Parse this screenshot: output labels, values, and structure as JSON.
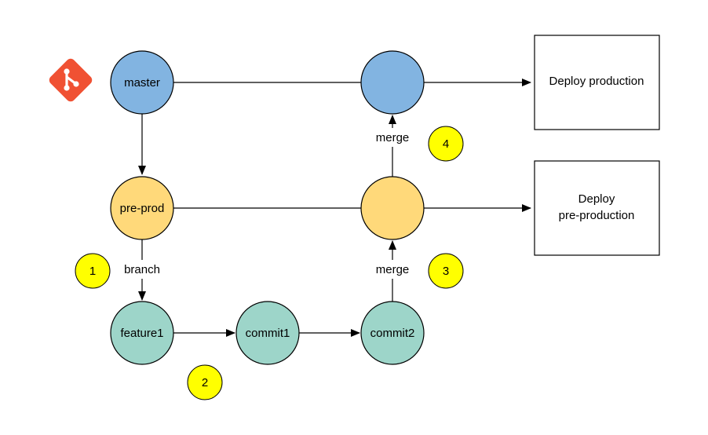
{
  "colors": {
    "master": "#82b4e1",
    "preprod": "#ffd97a",
    "feature": "#9dd5c9",
    "badge": "#ffff00",
    "stroke": "#000000",
    "git_logo": "#f05133"
  },
  "logo": {
    "icon": "git-icon"
  },
  "nodes": {
    "master": "master",
    "master_merged": "",
    "preprod": "pre-prod",
    "preprod_merged": "",
    "feature1": "feature1",
    "commit1": "commit1",
    "commit2": "commit2"
  },
  "edges": {
    "branch": "branch",
    "merge_to_preprod": "merge",
    "merge_to_master": "merge"
  },
  "boxes": {
    "deploy_production": "Deploy production",
    "deploy_preprod_line1": "Deploy",
    "deploy_preprod_line2": "pre-production"
  },
  "badges": {
    "step1": "1",
    "step2": "2",
    "step3": "3",
    "step4": "4"
  }
}
